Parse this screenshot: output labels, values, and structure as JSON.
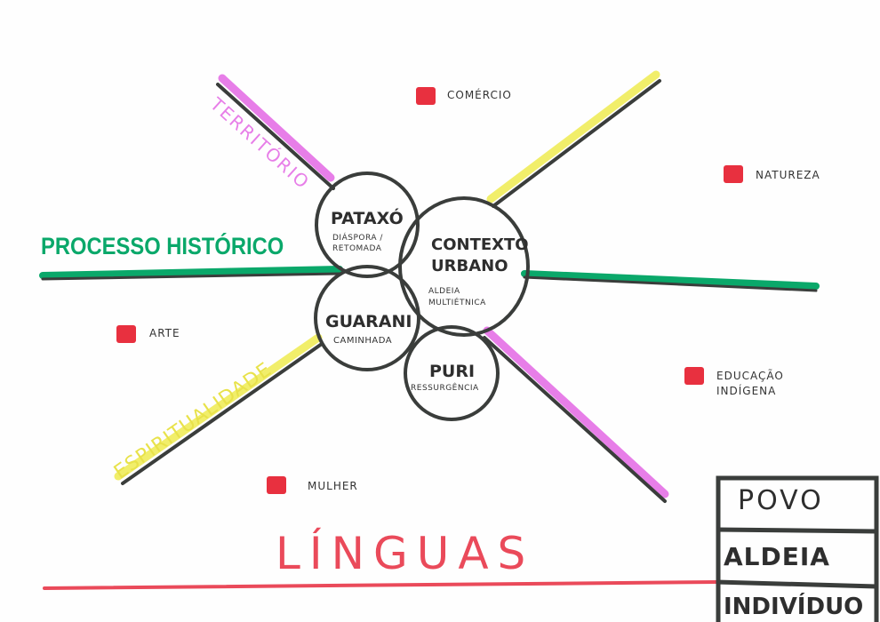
{
  "axes": {
    "territorio": "TERRITÓRIO",
    "processo_historico": "PROCESSO HISTÓRICO",
    "espiritualidade": "ESPIRITUALIDADE",
    "linguas": "LÍNGUAS"
  },
  "circles": [
    {
      "title": "PATAXÓ",
      "subtitle": "DIÁSPORA / RETOMADA"
    },
    {
      "title": "CONTEXTO URBANO",
      "subtitle": "ALDEIA MULTIÉTNICA"
    },
    {
      "title": "GUARANI",
      "subtitle": "CAMINHADA"
    },
    {
      "title": "PURI",
      "subtitle": "RESSURGÊNCIA"
    }
  ],
  "tags": [
    "COMÉRCIO",
    "NATUREZA",
    "ARTE",
    "EDUCAÇÃO INDÍGENA",
    "MULHER"
  ],
  "legend": [
    "POVO",
    "ALDEIA",
    "INDIVÍDUO"
  ],
  "colors": {
    "pink": "#e77ee8",
    "green": "#0aa86a",
    "yellow": "#f1ee6a",
    "red": "#e8303f",
    "ink": "#3a3d3b"
  }
}
